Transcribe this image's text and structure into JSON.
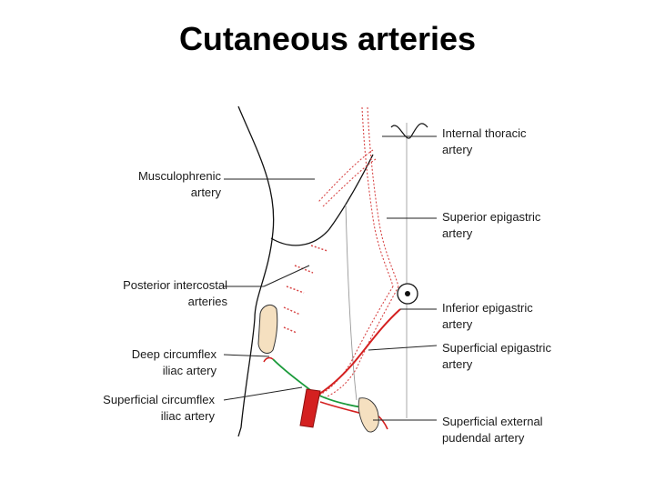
{
  "title": "Cutaneous arteries",
  "colors": {
    "artery_red": "#d42020",
    "dotted_red": "#d84848",
    "green": "#1a9a3a",
    "bone": "#f5e0c0",
    "outline": "#111111",
    "leader": "#222222"
  },
  "labels_left": [
    {
      "line1": "Musculophrenic",
      "line2": "artery"
    },
    {
      "line1": "Posterior intercostal",
      "line2": "arteries"
    },
    {
      "line1": "Deep circumflex",
      "line2": "iliac artery"
    },
    {
      "line1": "Superficial circumflex",
      "line2": "iliac artery"
    }
  ],
  "labels_right": [
    {
      "line1": "Internal thoracic",
      "line2": "artery"
    },
    {
      "line1": "Superior epigastric",
      "line2": "artery"
    },
    {
      "line1": "Inferior epigastric",
      "line2": "artery"
    },
    {
      "line1": "Superficial epigastric",
      "line2": "artery"
    },
    {
      "line1": "Superficial external",
      "line2": "pudendal artery"
    }
  ]
}
